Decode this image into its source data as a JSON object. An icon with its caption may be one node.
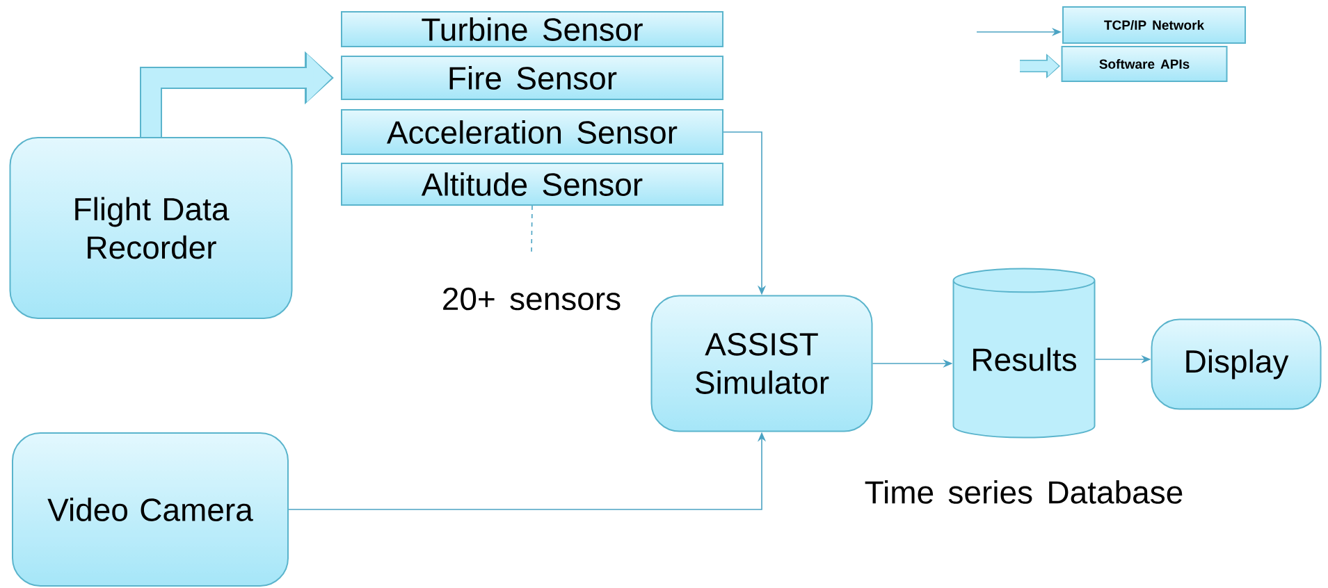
{
  "diagram": {
    "nodes": [
      {
        "text": [
          "Turbine Sensor"
        ]
      },
      {
        "text": [
          "Fire Sensor"
        ]
      },
      {
        "text": [
          "Acceleration Sensor"
        ]
      },
      {
        "text": [
          "Altitude Sensor"
        ]
      },
      {
        "text": [
          "Flight Data Recorder"
        ]
      },
      {
        "text": [
          "ASSIST Simulator"
        ]
      },
      {
        "text": [
          "Results"
        ],
        "beside": [
          "Time series Database"
        ]
      },
      {
        "text": [
          "Display"
        ]
      },
      {
        "text": [
          "Video Camera"
        ]
      },
      {
        "text": [
          "20+ sensors"
        ]
      }
    ],
    "edges": [
      {
        "from": 4,
        "to": 1,
        "arrow": "to",
        "style": "thick",
        "color": "#bdeefb"
      },
      {
        "from": 2,
        "to": 5,
        "arrow": "to"
      },
      {
        "from": 8,
        "to": 5,
        "arrow": "to"
      },
      {
        "from": 5,
        "to": 6,
        "arrow": "to"
      },
      {
        "from": 6,
        "to": 7,
        "arrow": "to"
      },
      {
        "from": 3,
        "to": 9,
        "arrow": "none",
        "style": "dashed"
      }
    ],
    "legend": [
      {
        "text": "TCP/IP Network"
      },
      {
        "text": "Software APIs"
      }
    ]
  }
}
